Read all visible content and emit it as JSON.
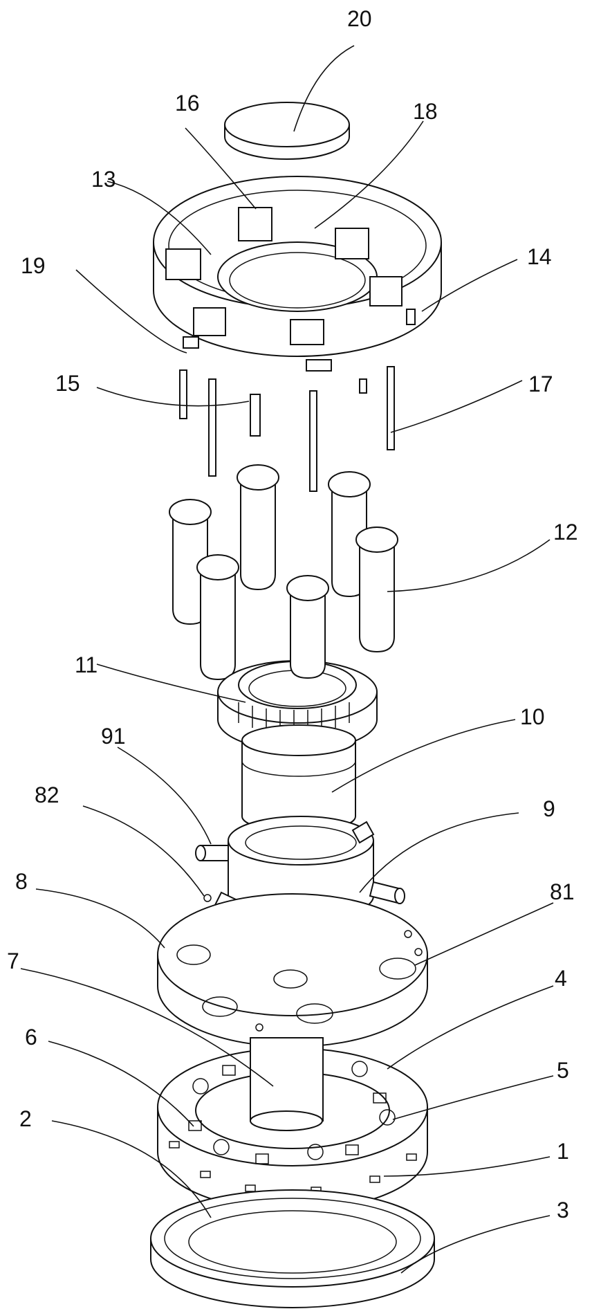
{
  "figure": {
    "reference_numerals": [
      "20",
      "16",
      "18",
      "13",
      "14",
      "19",
      "15",
      "17",
      "12",
      "11",
      "10",
      "91",
      "9",
      "82",
      "81",
      "8",
      "4",
      "7",
      "5",
      "6",
      "1",
      "2",
      "3"
    ]
  }
}
